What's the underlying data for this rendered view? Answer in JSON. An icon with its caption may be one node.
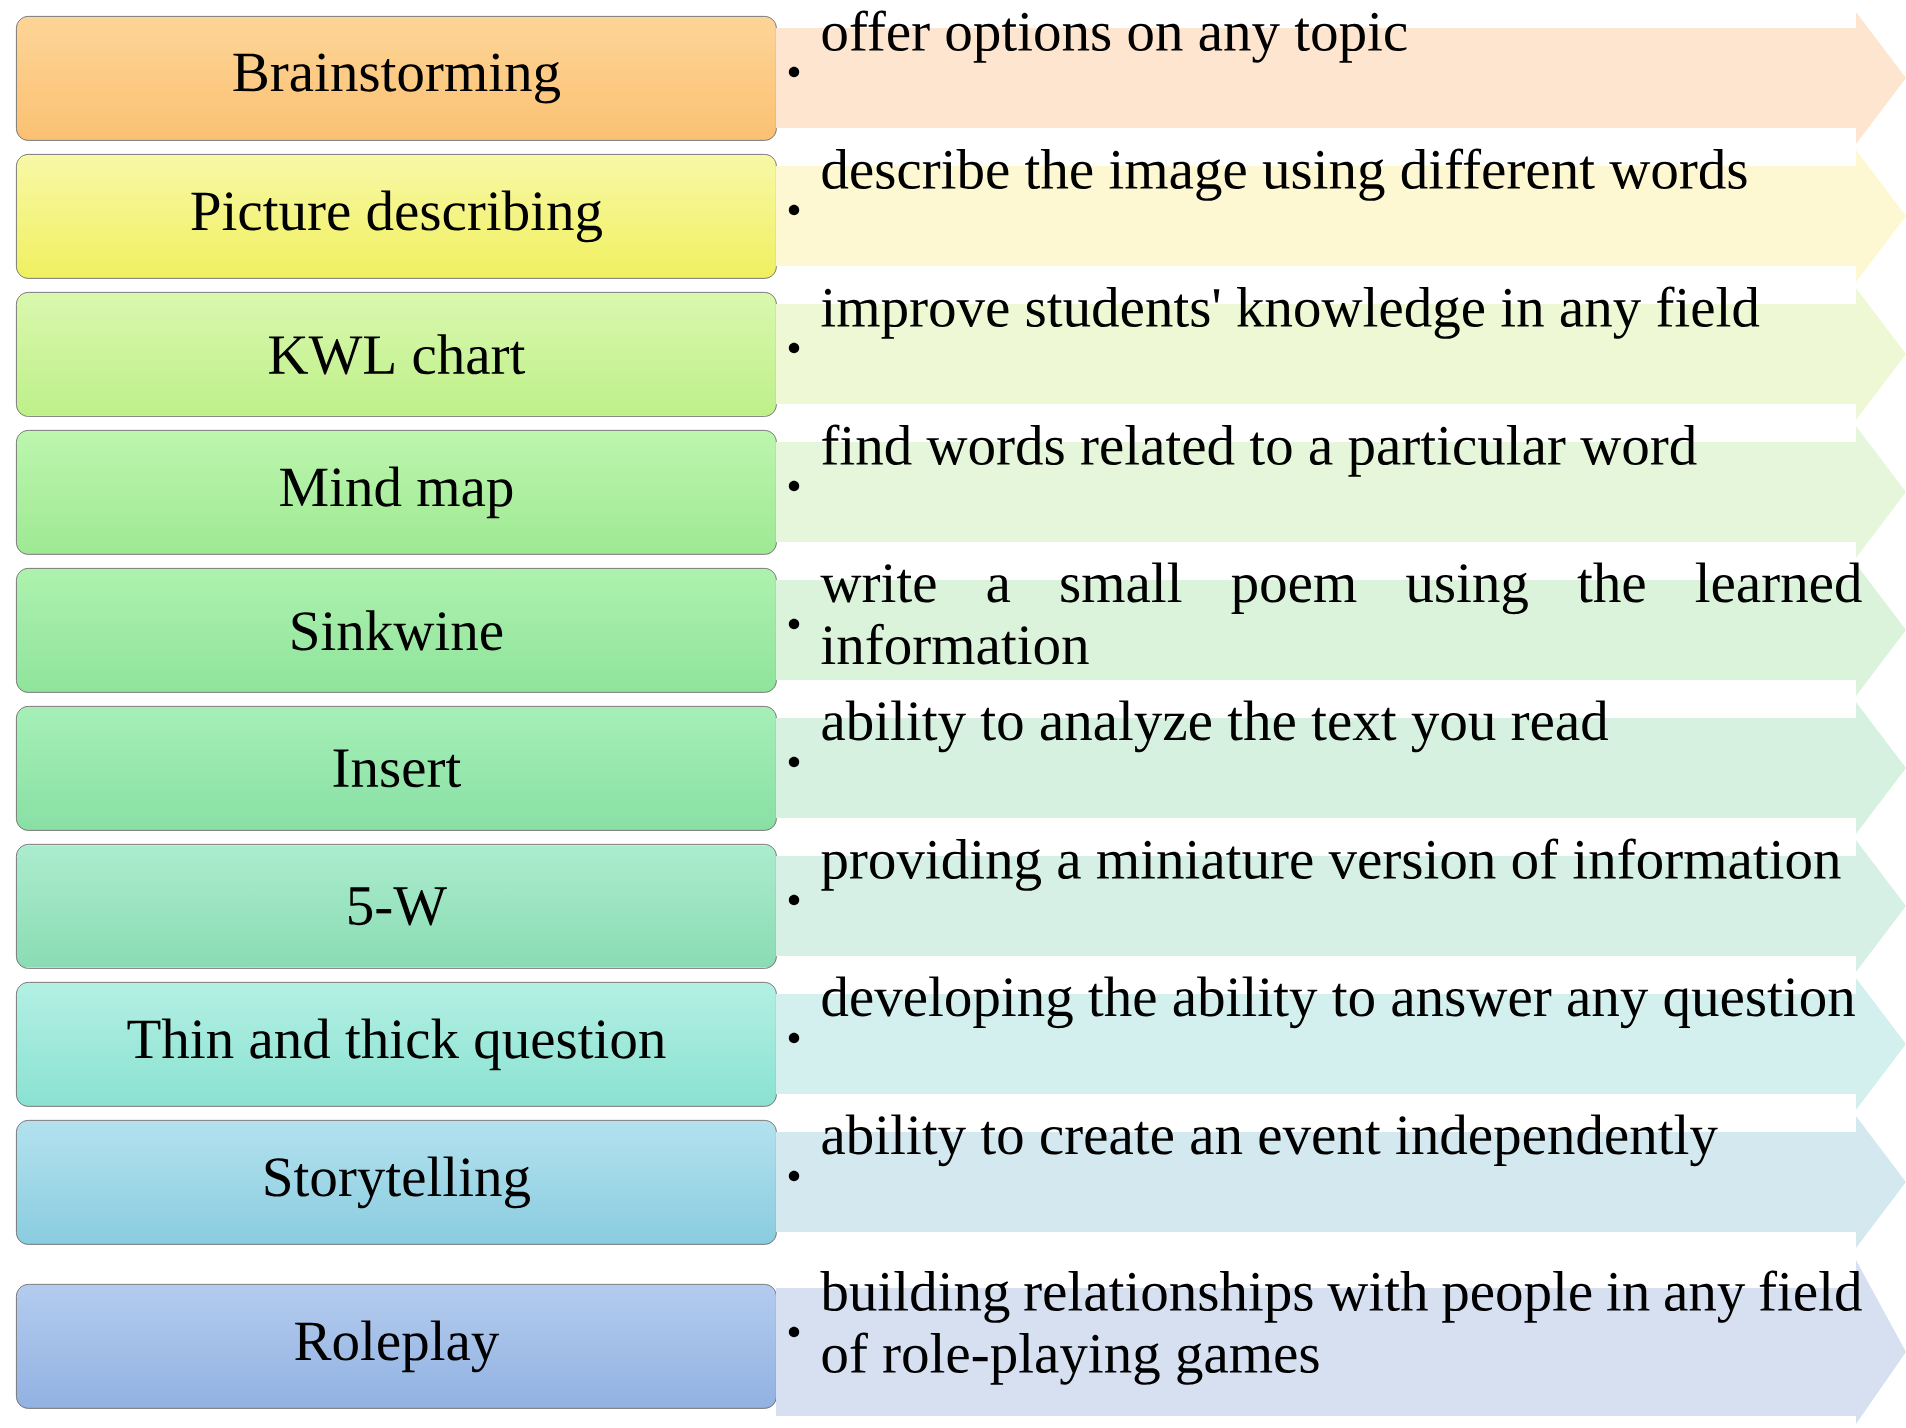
{
  "diagram": {
    "nodes": [
      {
        "text": [
          "Brainstorming"
        ]
      },
      {
        "text": [
          "offer options on any topic"
        ]
      },
      {
        "text": [
          "Picture describing"
        ]
      },
      {
        "text": [
          "describe the image using different words"
        ]
      },
      {
        "text": [
          "KWL chart"
        ]
      },
      {
        "text": [
          "improve students' knowledge in any field"
        ]
      },
      {
        "text": [
          "Mind map"
        ]
      },
      {
        "text": [
          "find words related to a particular word"
        ]
      },
      {
        "text": [
          "Sinkwine"
        ]
      },
      {
        "text": [
          "write a small poem using the learned information"
        ]
      },
      {
        "text": [
          "Insert"
        ]
      },
      {
        "text": [
          "ability to analyze the text you read"
        ]
      },
      {
        "text": [
          "5-W"
        ]
      },
      {
        "text": [
          "providing a miniature version of information"
        ]
      },
      {
        "text": [
          "Thin and thick question"
        ]
      },
      {
        "text": [
          "developing the ability to answer any question"
        ]
      },
      {
        "text": [
          "Storytelling"
        ]
      },
      {
        "text": [
          "ability to create an event independently"
        ]
      },
      {
        "text": [
          "Roleplay"
        ]
      },
      {
        "text": [
          "building relationships with people in any field of role-playing games"
        ]
      }
    ]
  }
}
